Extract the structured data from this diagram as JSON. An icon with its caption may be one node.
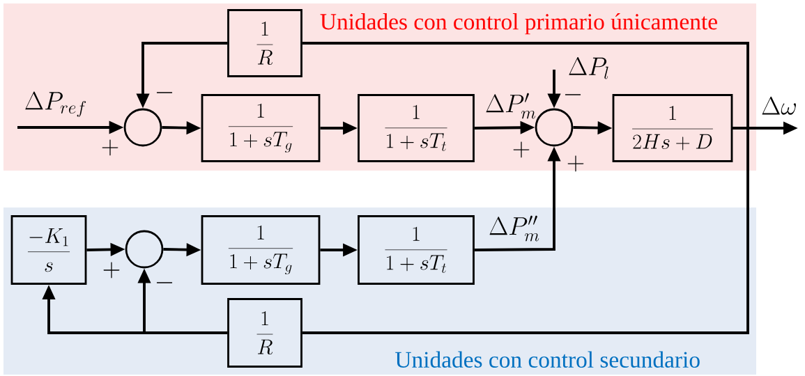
{
  "diagram": {
    "nodes": [
      {
        "text": [
          "Unidades con control primario únicamente"
        ]
      },
      {
        "text": [
          "\\frac{1}{R}"
        ],
        "in": 0
      },
      {
        "text": [],
        "shape": "circle",
        "in": 0
      },
      {
        "text": [
          "\\frac{1}{1+sT_g}"
        ],
        "in": 0
      },
      {
        "text": [
          "\\frac{1}{1+sT_t}"
        ],
        "in": 0
      },
      {
        "text": [],
        "shape": "circle",
        "in": 0
      },
      {
        "text": [
          "\\frac{1}{2Hs+D}"
        ],
        "in": 0
      },
      {
        "text": [
          "Unidades con control secundario"
        ]
      },
      {
        "text": [
          "\\frac{-K_1}{s}"
        ],
        "in": 7
      },
      {
        "text": [],
        "shape": "circle",
        "in": 7
      },
      {
        "text": [
          "\\frac{1}{1+sT_g}"
        ],
        "in": 7
      },
      {
        "text": [
          "\\frac{1}{1+sT_t}"
        ],
        "in": 7
      },
      {
        "text": [
          "\\frac{1}{R}"
        ],
        "in": 7
      }
    ],
    "edges": [
      {
        "from": null,
        "to": 2,
        "arrow": "to",
        "label": "\\Delta P_{ref}"
      },
      {
        "from": 2,
        "to": 3,
        "arrow": "to"
      },
      {
        "from": 3,
        "to": 4,
        "arrow": "to"
      },
      {
        "from": 4,
        "to": 5,
        "arrow": "to",
        "label": "\\Delta P'_m"
      },
      {
        "from": null,
        "to": 5,
        "arrow": "to",
        "label": "\\Delta P_l"
      },
      {
        "from": 5,
        "to": 6,
        "arrow": "to"
      },
      {
        "from": 6,
        "to": null,
        "arrow": "to",
        "label": "\\Delta\\omega"
      },
      {
        "from": 6,
        "to": 1,
        "arrow": "none"
      },
      {
        "from": 1,
        "to": 2,
        "arrow": "to"
      },
      {
        "from": 8,
        "to": 9,
        "arrow": "to"
      },
      {
        "from": 9,
        "to": 10,
        "arrow": "to"
      },
      {
        "from": 10,
        "to": 11,
        "arrow": "to"
      },
      {
        "from": 11,
        "to": 5,
        "arrow": "to",
        "label": "\\Delta P''_m"
      },
      {
        "from": 6,
        "to": 12,
        "arrow": "none"
      },
      {
        "from": 12,
        "to": 9,
        "arrow": "to"
      },
      {
        "from": 12,
        "to": 8,
        "arrow": "to"
      }
    ],
    "labels": [
      "-",
      "+",
      "-",
      "+",
      "+",
      "+",
      "-"
    ]
  }
}
